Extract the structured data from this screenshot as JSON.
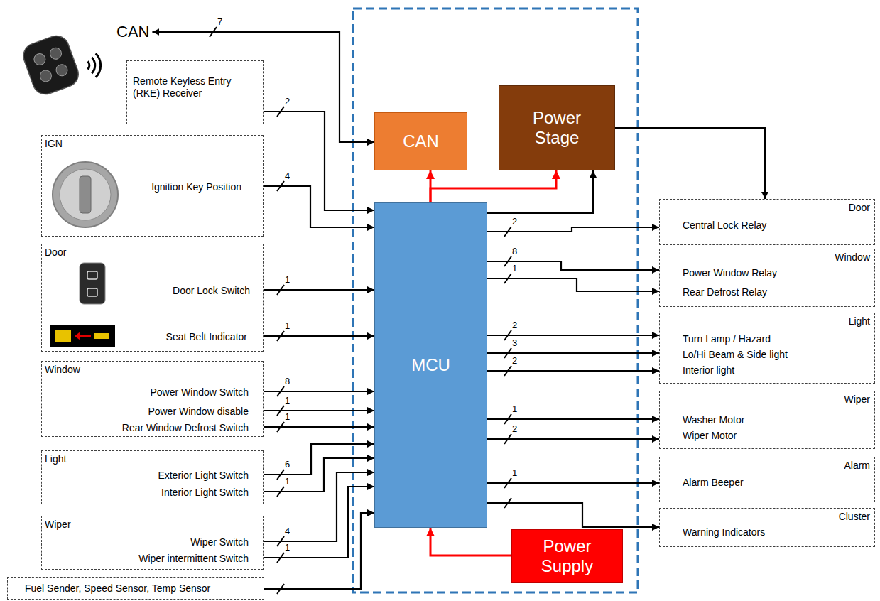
{
  "diagram": {
    "nodes": [
      {
        "text": [
          "CAN"
        ]
      },
      {
        "text": [
          "Remote Keyless Entry (RKE) Receiver"
        ]
      },
      {
        "text": [
          "IGN",
          "Ignition Key Position"
        ]
      },
      {
        "text": [
          "Door",
          "Door Lock Switch",
          "Seat Belt Indicator"
        ]
      },
      {
        "text": [
          "Window",
          "Power Window Switch",
          "Power Window disable",
          "Rear Window Defrost Switch"
        ]
      },
      {
        "text": [
          "Light",
          "Exterior Light Switch",
          "Interior Light Switch"
        ]
      },
      {
        "text": [
          "Wiper",
          "Wiper Switch",
          "Wiper intermittent Switch"
        ]
      },
      {
        "text": [
          "Fuel Sender, Speed Sensor, Temp Sensor"
        ]
      },
      {
        "text": [
          "CAN"
        ]
      },
      {
        "text": [
          "Power Stage"
        ]
      },
      {
        "text": [
          "MCU"
        ]
      },
      {
        "text": [
          "Power Supply"
        ]
      },
      {
        "text": [
          "Door",
          "Central Lock Relay"
        ]
      },
      {
        "text": [
          "Window",
          "Power Window Relay",
          "Rear Defrost Relay"
        ]
      },
      {
        "text": [
          "Light",
          "Turn Lamp / Hazard",
          "Lo/Hi Beam & Side light",
          "Interior light"
        ]
      },
      {
        "text": [
          "Wiper",
          "Washer Motor",
          "Wiper Motor"
        ]
      },
      {
        "text": [
          "Alarm",
          "Alarm Beeper"
        ]
      },
      {
        "text": [
          "Cluster",
          "Warning Indicators"
        ]
      }
    ],
    "edges": [
      {
        "from": 8,
        "to": 0,
        "arrow": "both",
        "label": "7"
      },
      {
        "from": 1,
        "to": 10,
        "arrow": "to",
        "label": "2"
      },
      {
        "from": 2,
        "to": 10,
        "arrow": "to",
        "label": "4"
      },
      {
        "from": 3,
        "to": 10,
        "arrow": "to",
        "label": "1"
      },
      {
        "from": 3,
        "to": 10,
        "arrow": "to",
        "label": "1"
      },
      {
        "from": 4,
        "to": 10,
        "arrow": "to",
        "label": "8"
      },
      {
        "from": 4,
        "to": 10,
        "arrow": "to",
        "label": "1"
      },
      {
        "from": 4,
        "to": 10,
        "arrow": "to",
        "label": "1"
      },
      {
        "from": 5,
        "to": 10,
        "arrow": "to",
        "label": "6"
      },
      {
        "from": 5,
        "to": 10,
        "arrow": "to",
        "label": "1"
      },
      {
        "from": 6,
        "to": 10,
        "arrow": "to",
        "label": "4"
      },
      {
        "from": 6,
        "to": 10,
        "arrow": "to",
        "label": "1"
      },
      {
        "from": 7,
        "to": 10,
        "arrow": "to"
      },
      {
        "from": 10,
        "to": 8,
        "arrow": "to"
      },
      {
        "from": 10,
        "to": 9,
        "arrow": "to"
      },
      {
        "from": 11,
        "to": 10,
        "arrow": "to"
      },
      {
        "from": 10,
        "to": 9,
        "arrow": "to"
      },
      {
        "from": 9,
        "to": 12,
        "arrow": "to"
      },
      {
        "from": 10,
        "to": 12,
        "arrow": "to",
        "label": "2"
      },
      {
        "from": 10,
        "to": 13,
        "arrow": "to",
        "label": "8"
      },
      {
        "from": 10,
        "to": 13,
        "arrow": "to",
        "label": "1"
      },
      {
        "from": 10,
        "to": 14,
        "arrow": "to",
        "label": "2"
      },
      {
        "from": 10,
        "to": 14,
        "arrow": "to",
        "label": "3"
      },
      {
        "from": 10,
        "to": 14,
        "arrow": "to",
        "label": "2"
      },
      {
        "from": 10,
        "to": 15,
        "arrow": "to",
        "label": "1"
      },
      {
        "from": 10,
        "to": 15,
        "arrow": "to",
        "label": "2"
      },
      {
        "from": 10,
        "to": 16,
        "arrow": "to",
        "label": "1"
      },
      {
        "from": 10,
        "to": 17,
        "arrow": "to"
      }
    ]
  }
}
